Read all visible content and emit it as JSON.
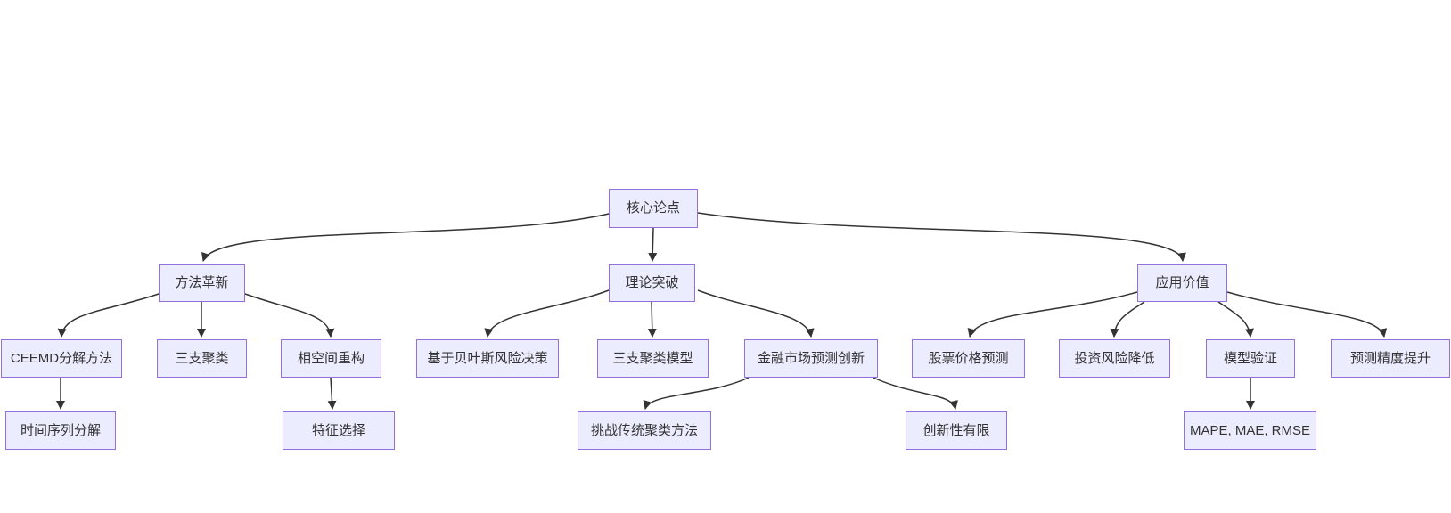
{
  "diagram": {
    "type": "flowchart-top-down",
    "colors": {
      "node_fill": "#ECECFF",
      "node_border": "#9370DB",
      "edge": "#333333",
      "text": "#333333",
      "background": "#FFFFFF"
    },
    "nodes": [
      {
        "id": "core",
        "level": 1,
        "label": "核心论点"
      },
      {
        "id": "method",
        "level": 2,
        "label": "方法革新"
      },
      {
        "id": "theory",
        "level": 2,
        "label": "理论突破"
      },
      {
        "id": "application",
        "level": 2,
        "label": "应用价值"
      },
      {
        "id": "ceemd",
        "level": 3,
        "label": "CEEMD分解方法"
      },
      {
        "id": "threeway",
        "level": 3,
        "label": "三支聚类"
      },
      {
        "id": "phase",
        "level": 3,
        "label": "相空间重构"
      },
      {
        "id": "bayes",
        "level": 3,
        "label": "基于贝叶斯风险决策"
      },
      {
        "id": "model",
        "level": 3,
        "label": "三支聚类模型"
      },
      {
        "id": "finance",
        "level": 3,
        "label": "金融市场预测创新"
      },
      {
        "id": "stock",
        "level": 3,
        "label": "股票价格预测"
      },
      {
        "id": "risk",
        "level": 3,
        "label": "投资风险降低"
      },
      {
        "id": "validation",
        "level": 3,
        "label": "模型验证"
      },
      {
        "id": "accuracy",
        "level": 3,
        "label": "预测精度提升"
      },
      {
        "id": "timeseries",
        "level": 4,
        "label": "时间序列分解"
      },
      {
        "id": "feature",
        "level": 4,
        "label": "特征选择"
      },
      {
        "id": "challenge",
        "level": 4,
        "label": "挑战传统聚类方法"
      },
      {
        "id": "limited",
        "level": 4,
        "label": "创新性有限"
      },
      {
        "id": "metrics",
        "level": 4,
        "label": "MAPE, MAE, RMSE"
      }
    ],
    "edges": [
      {
        "from": "core",
        "to": "method"
      },
      {
        "from": "core",
        "to": "theory"
      },
      {
        "from": "core",
        "to": "application"
      },
      {
        "from": "method",
        "to": "ceemd"
      },
      {
        "from": "method",
        "to": "threeway"
      },
      {
        "from": "method",
        "to": "phase"
      },
      {
        "from": "theory",
        "to": "bayes"
      },
      {
        "from": "theory",
        "to": "model"
      },
      {
        "from": "theory",
        "to": "finance"
      },
      {
        "from": "application",
        "to": "stock"
      },
      {
        "from": "application",
        "to": "risk"
      },
      {
        "from": "application",
        "to": "validation"
      },
      {
        "from": "application",
        "to": "accuracy"
      },
      {
        "from": "ceemd",
        "to": "timeseries"
      },
      {
        "from": "phase",
        "to": "feature"
      },
      {
        "from": "finance",
        "to": "challenge"
      },
      {
        "from": "finance",
        "to": "limited"
      },
      {
        "from": "validation",
        "to": "metrics"
      }
    ]
  }
}
